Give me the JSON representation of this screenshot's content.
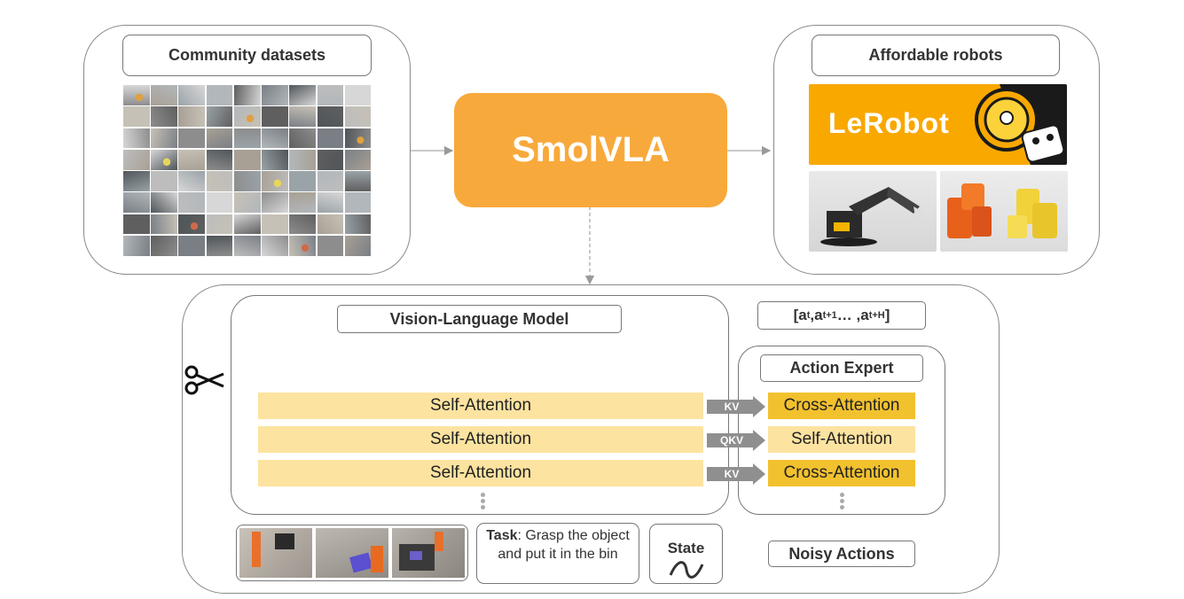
{
  "top": {
    "community": {
      "title": "Community datasets"
    },
    "center": {
      "title": "SmolVLA"
    },
    "robots": {
      "title": "Affordable robots",
      "logo_text": "LeRobot"
    }
  },
  "bottom": {
    "vlm": {
      "title": "Vision-Language Model"
    },
    "expert": {
      "title": "Action Expert"
    },
    "vlm_layers": [
      {
        "label": "Self-Attention",
        "arrow": "KV"
      },
      {
        "label": "Self-Attention",
        "arrow": "QKV"
      },
      {
        "label": "Self-Attention",
        "arrow": "KV"
      }
    ],
    "expert_layers": [
      "Cross-Attention",
      "Self-Attention",
      "Cross-Attention"
    ],
    "action_chunk": {
      "a": "[a",
      "s1": "t",
      "sep1": " ,a",
      "s2": "t+1",
      "sep2": " … ,a",
      "s3": "t+H",
      "close": "]"
    },
    "task": {
      "label": "Task",
      "text": ": Grasp the object and put it in the bin"
    },
    "state": {
      "label": "State"
    },
    "noisy": {
      "label": "Noisy Actions"
    }
  },
  "colors": {
    "smolvla": "#f8a93b",
    "self_attention": "#fde3a0",
    "cross_attention": "#f2c12e",
    "arrow": "#8f8f8f",
    "lerobot_banner": "#f9a800"
  },
  "icons": [
    "scissors-icon",
    "state-wave-icon"
  ]
}
